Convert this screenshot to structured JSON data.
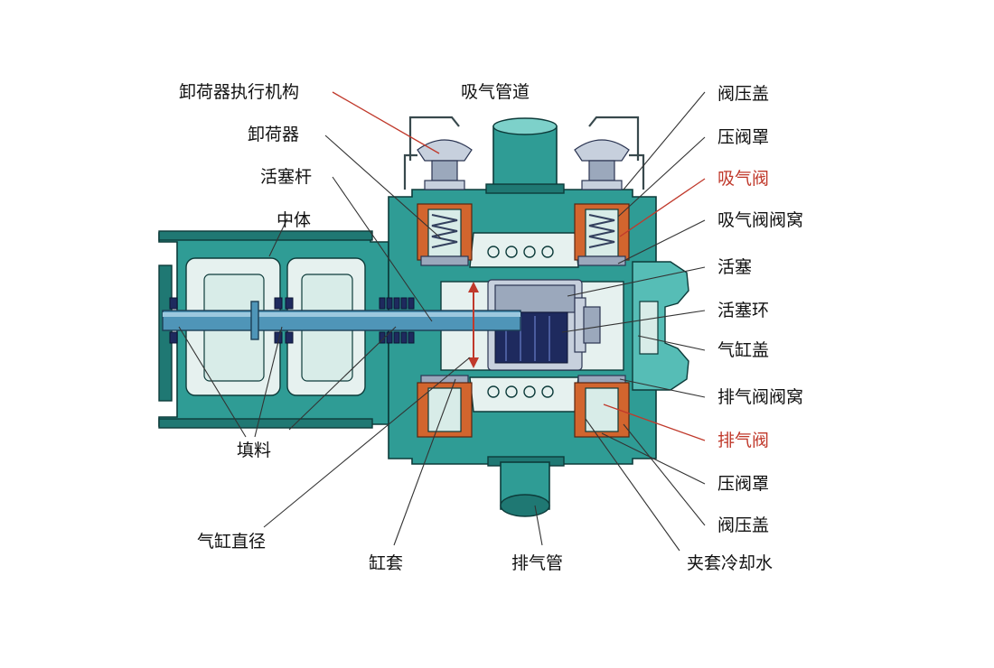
{
  "labels": {
    "unloader_actuator": "卸荷器执行机构",
    "unloader": "卸荷器",
    "piston_rod": "活塞杆",
    "middle_body": "中体",
    "packing": "填料",
    "cylinder_diameter": "气缸直径",
    "cylinder_liner": "缸套",
    "suction_pipe": "吸气管道",
    "discharge_pipe": "排气管",
    "valve_gland_top": "阀压盖",
    "valve_cover_top": "压阀罩",
    "suction_valve": "吸气阀",
    "suction_valve_seat": "吸气阀阀窝",
    "piston": "活塞",
    "piston_ring": "活塞环",
    "cylinder_head": "气缸盖",
    "discharge_valve_seat": "排气阀阀窝",
    "discharge_valve": "排气阀",
    "valve_cover_bottom": "压阀罩",
    "valve_gland_bottom": "阀压盖",
    "jacket_cooling_water": "夹套冷却水"
  },
  "colors": {
    "body": "#2f9c95",
    "body_light": "#56bdb6",
    "cavity": "#e6f1ef",
    "rod": "#4f95b8",
    "valve_spring": "#d2652e",
    "piston": "#9ba8bc",
    "highlight_label": "#c0392b"
  }
}
